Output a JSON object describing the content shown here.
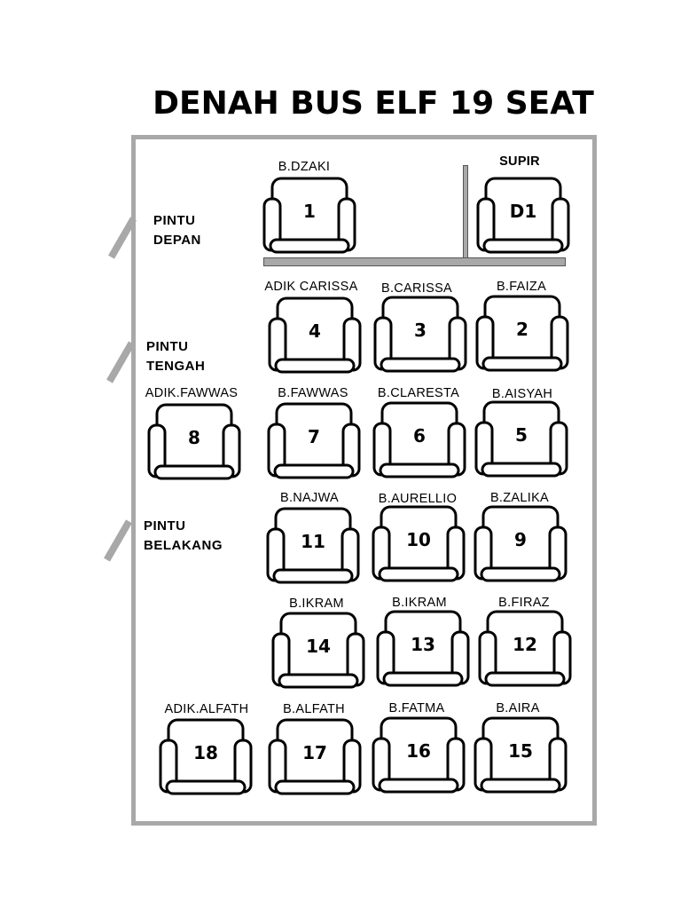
{
  "title": "DENAH BUS ELF 19 SEAT",
  "doors": [
    {
      "line1": "PINTU",
      "line2": "DEPAN"
    },
    {
      "line1": "PINTU",
      "line2": "TENGAH"
    },
    {
      "line1": "PINTU",
      "line2": "BELAKANG"
    }
  ],
  "driver": {
    "label": "SUPIR",
    "number": "D1"
  },
  "seats": {
    "s1": {
      "number": "1",
      "label": "B.DZAKI"
    },
    "s2": {
      "number": "2",
      "label": "B.FAIZA"
    },
    "s3": {
      "number": "3",
      "label": "B.CARISSA"
    },
    "s4": {
      "number": "4",
      "label": "ADIK CARISSA"
    },
    "s5": {
      "number": "5",
      "label": "B.AISYAH"
    },
    "s6": {
      "number": "6",
      "label": "B.CLARESTA"
    },
    "s7": {
      "number": "7",
      "label": "B.FAWWAS"
    },
    "s8": {
      "number": "8",
      "label": "ADIK.FAWWAS"
    },
    "s9": {
      "number": "9",
      "label": "B.ZALIKA"
    },
    "s10": {
      "number": "10",
      "label": "B.AURELLIO"
    },
    "s11": {
      "number": "11",
      "label": "B.NAJWA"
    },
    "s12": {
      "number": "12",
      "label": "B.FIRAZ"
    },
    "s13": {
      "number": "13",
      "label": "B.IKRAM"
    },
    "s14": {
      "number": "14",
      "label": "B.IKRAM"
    },
    "s15": {
      "number": "15",
      "label": "B.AIRA"
    },
    "s16": {
      "number": "16",
      "label": "B.FATMA"
    },
    "s17": {
      "number": "17",
      "label": "B.ALFATH"
    },
    "s18": {
      "number": "18",
      "label": "ADIK.ALFATH"
    }
  }
}
